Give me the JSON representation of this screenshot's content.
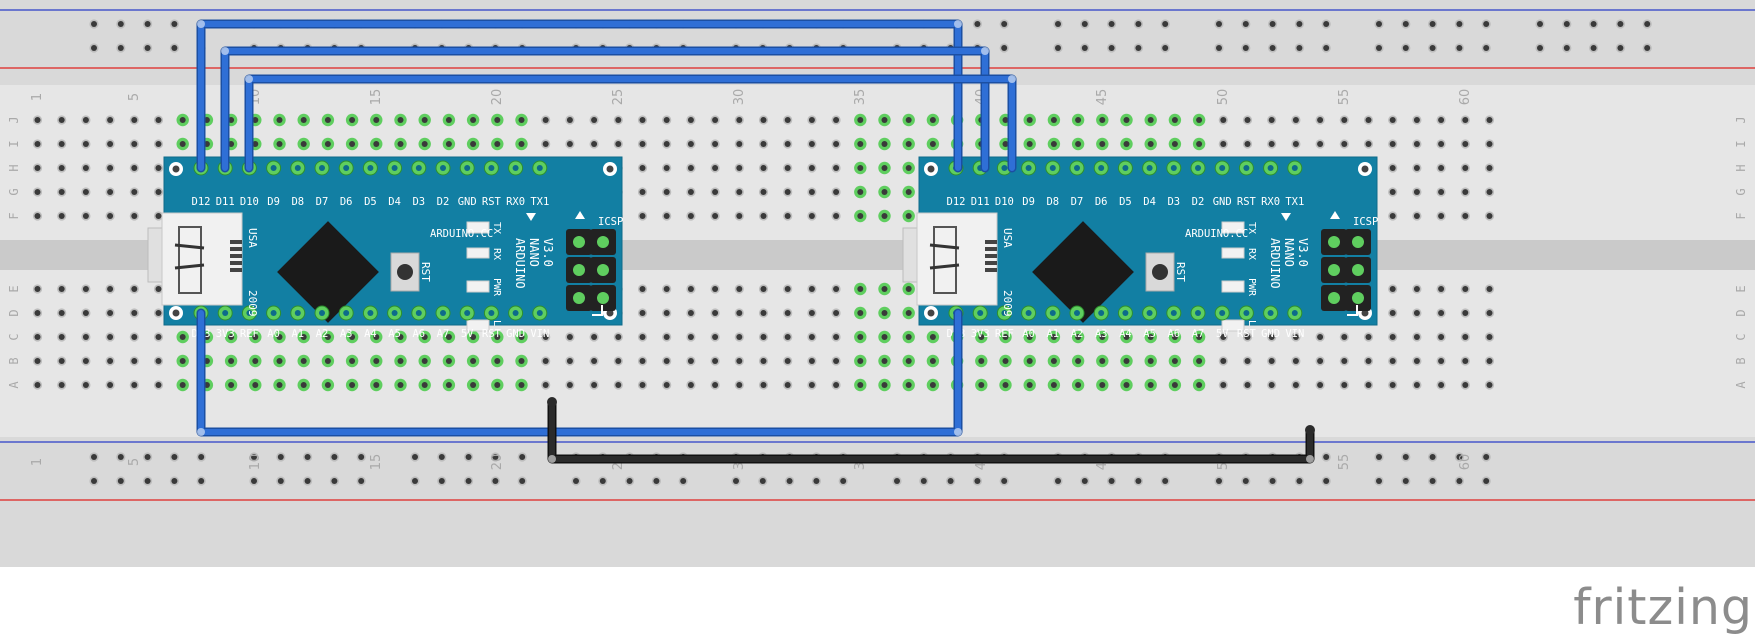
{
  "breadboard": {
    "columns": 61,
    "top_rows": [
      "J",
      "I",
      "H",
      "G",
      "F"
    ],
    "bottom_rows": [
      "E",
      "D",
      "C",
      "B",
      "A"
    ],
    "column_number_labels": [
      "1",
      "5",
      "10",
      "15",
      "20",
      "25",
      "30",
      "35",
      "40",
      "45",
      "50",
      "55",
      "60"
    ],
    "colors": {
      "board": "#e6e6e6",
      "rail": "#d9d9d9",
      "trench": "#cacaca",
      "hole": "#3a3a3a",
      "hole_active": "#5fce5f",
      "rail_line_red": "#e0231f",
      "rail_line_blue": "#2a3dc8",
      "label": "#a9a9a9"
    }
  },
  "arduino_boards": [
    {
      "name": "Arduino Nano 1",
      "top_pins": [
        "D12",
        "D11",
        "D10",
        "D9",
        "D8",
        "D7",
        "D6",
        "D5",
        "D4",
        "D3",
        "D2",
        "GND",
        "RST",
        "RX0",
        "TX1"
      ],
      "bottom_pins": [
        "D13",
        "3V3",
        "REF",
        "A0",
        "A1",
        "A2",
        "A3",
        "A4",
        "A5",
        "A6",
        "A7",
        "5V",
        "RST",
        "GND",
        "VIN"
      ],
      "title_lines": [
        "ARDUINO",
        "NANO",
        "V3.0"
      ],
      "brand": "ARDUINO.CC",
      "usa": "USA",
      "year": "2009",
      "rst": "RST",
      "icsp": "ICSP",
      "led_labels": [
        "TX",
        "RX",
        "PWR",
        "L"
      ]
    },
    {
      "name": "Arduino Nano 2",
      "top_pins": [
        "D12",
        "D11",
        "D10",
        "D9",
        "D8",
        "D7",
        "D6",
        "D5",
        "D4",
        "D3",
        "D2",
        "GND",
        "RST",
        "RX0",
        "TX1"
      ],
      "bottom_pins": [
        "D13",
        "3V3",
        "REF",
        "A0",
        "A1",
        "A2",
        "A3",
        "A4",
        "A5",
        "A6",
        "A7",
        "5V",
        "RST",
        "GND",
        "VIN"
      ],
      "title_lines": [
        "ARDUINO",
        "NANO",
        "V3.0"
      ],
      "brand": "ARDUINO.CC",
      "usa": "USA",
      "year": "2009",
      "rst": "RST",
      "icsp": "ICSP",
      "led_labels": [
        "TX",
        "RX",
        "PWR",
        "L"
      ]
    }
  ],
  "wires": [
    {
      "name": "wire-d12-to-d12",
      "color": "#2f6fd6"
    },
    {
      "name": "wire-d11-to-d11",
      "color": "#2f6fd6"
    },
    {
      "name": "wire-d10-to-d10",
      "color": "#2f6fd6"
    },
    {
      "name": "wire-d13-to-d13",
      "color": "#2f6fd6"
    },
    {
      "name": "wire-gnd-to-gnd",
      "color": "#2b2b2b"
    }
  ],
  "app": {
    "logo_text": "fritzing"
  }
}
